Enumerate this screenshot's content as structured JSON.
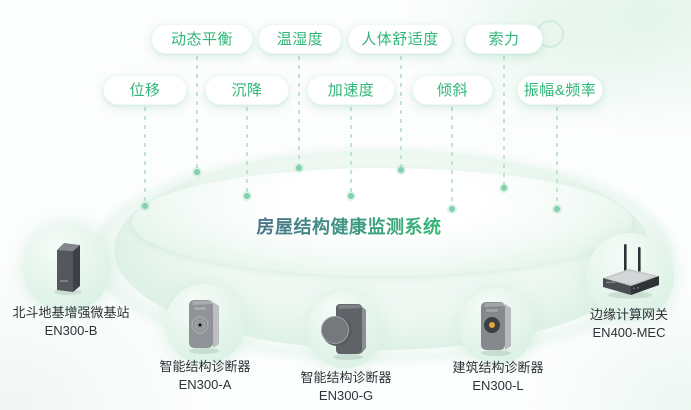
{
  "title": "房屋结构健康监测系统",
  "sensors": {
    "row1": [
      "动态平衡",
      "温湿度",
      "人体舒适度",
      "索力"
    ],
    "row2": [
      "位移",
      "沉降",
      "加速度",
      "倾斜",
      "振幅&频率"
    ]
  },
  "devices": [
    {
      "name": "北斗地基增强微基站",
      "model": "EN300-B",
      "icon": "beidou-base-station-icon"
    },
    {
      "name": "智能结构诊断器",
      "model": "EN300-A",
      "icon": "smart-structure-diagnoser-icon"
    },
    {
      "name": "智能结构诊断器",
      "model": "EN300-G",
      "icon": "smart-structure-diagnoser-knob-icon"
    },
    {
      "name": "建筑结构诊断器",
      "model": "EN300-L",
      "icon": "building-structure-diagnoser-icon"
    },
    {
      "name": "边缘计算网关",
      "model": "EN400-MEC",
      "icon": "edge-computing-gateway-icon"
    }
  ],
  "colors": {
    "accent_green": "#2fb578",
    "title_gradient_start": "#4a7389",
    "title_gradient_end": "#34b873",
    "connector_line": "#bfe5d1",
    "connector_dot": "#82d0ac",
    "platform_green": "#cbe9d9"
  }
}
